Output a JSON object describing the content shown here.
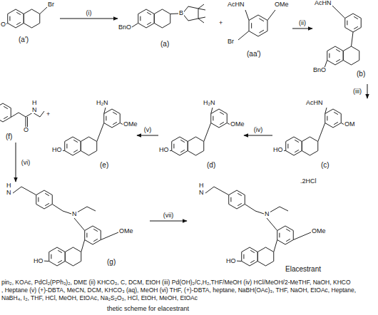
{
  "diagram": {
    "caption": "thetic scheme for elacestrant",
    "nodes": [
      {
        "text": [
          "(a')"
        ]
      },
      {
        "text": [
          "(a)"
        ]
      },
      {
        "text": [
          "(aa')"
        ]
      },
      {
        "text": [
          "(b)"
        ]
      },
      {
        "text": [
          "(f)"
        ]
      },
      {
        "text": [
          "(e)"
        ]
      },
      {
        "text": [
          "(d)"
        ]
      },
      {
        "text": [
          "(c)"
        ]
      },
      {
        "text": [
          "(g)"
        ]
      },
      {
        "text": [
          "Elacestrant"
        ]
      }
    ],
    "edges": [
      {
        "from": 0,
        "to": 1,
        "arrow": "to",
        "label": "(i)"
      },
      {
        "from": 2,
        "to": 3,
        "arrow": "to",
        "label": "(ii)"
      },
      {
        "from": 3,
        "to": 7,
        "arrow": "to",
        "label": "(iii)"
      },
      {
        "from": 7,
        "to": 6,
        "arrow": "to",
        "label": "(iv)"
      },
      {
        "from": 6,
        "to": 5,
        "arrow": "to",
        "label": "(v)"
      },
      {
        "from": 4,
        "to": 8,
        "arrow": "to",
        "label": "(vi)"
      },
      {
        "from": 8,
        "to": 9,
        "arrow": "to",
        "label": "(vii)"
      }
    ],
    "labels": [
      "O",
      "Br",
      "BnO",
      "B",
      "+",
      "AcHN",
      "OMe",
      "Br",
      "AcHN",
      "BnO",
      "H",
      "N",
      "O",
      "+",
      "H₂N",
      "OMe",
      "HO",
      "H₂N",
      "OMe",
      "HO",
      "AcHN",
      "OM",
      "HO",
      "H",
      "N",
      "N",
      "OMe",
      "HO",
      ".2HCl",
      "H",
      "N",
      "N",
      "OMe",
      "HO",
      "pin₂, KOAc, PdCl₂(PPh₃)₂, DME (ii) KHCO₃, C, DCM, EtOH (iii) Pd(OH)₂/C,H₂,THF/MeOH (iv) HCl/MeOH/2-MeTHF, NaOH, KHCO",
      ", Heptane (v) (+)-DBTA, MeCN, DCM, KHCO₃ (aq), MeOH (vi) THF, (+)-DBTA, heptane, NaBH(OAc)₃, THF, NaOH, EtOAc, Heptane,",
      "NaBH₄, I₂, THF, HCl, MeOH, EtOAc, Na₂S₂O₃, HCl, EtOH, MeOH, EtOAc"
    ]
  }
}
